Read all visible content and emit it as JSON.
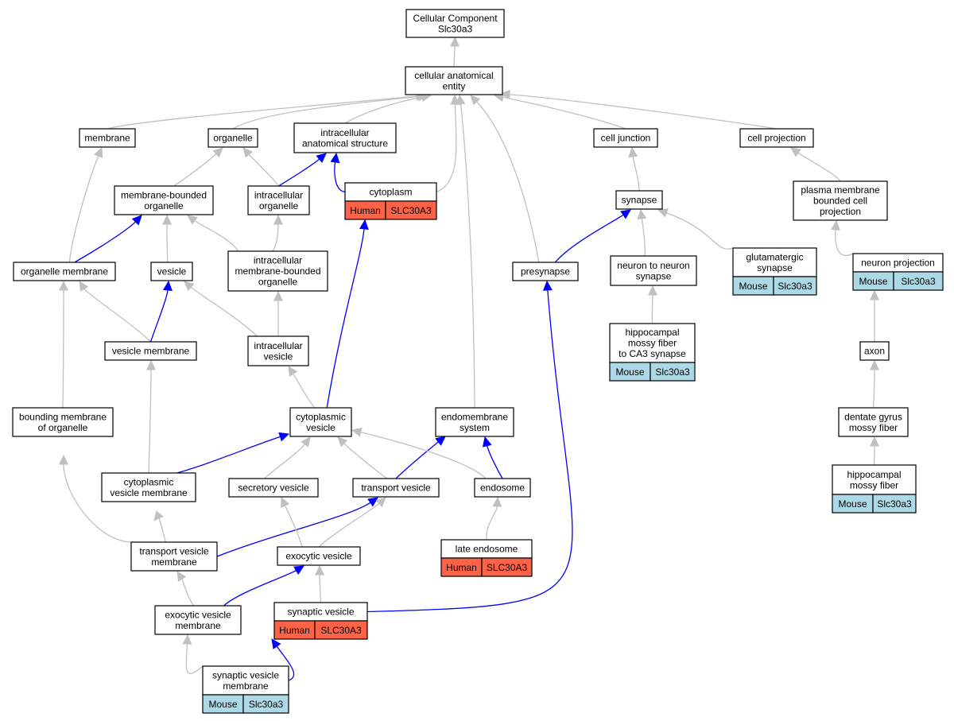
{
  "title_lines": [
    "Cellular Component",
    "Slc30a3"
  ],
  "colors": {
    "human": "#ff6347",
    "mouse": "#add8e6",
    "is_a_edge": "#c0c0c0",
    "part_of_edge": "#0000ff"
  },
  "nodes": {
    "root": {
      "lines": [
        "Cellular Component",
        "Slc30a3"
      ]
    },
    "cae": {
      "lines": [
        "cellular anatomical",
        "entity"
      ]
    },
    "membrane": {
      "lines": [
        "membrane"
      ]
    },
    "organelle": {
      "lines": [
        "organelle"
      ]
    },
    "ias": {
      "lines": [
        "intracellular",
        "anatomical structure"
      ]
    },
    "celljunction": {
      "lines": [
        "cell junction"
      ]
    },
    "cellprojection": {
      "lines": [
        "cell projection"
      ]
    },
    "mbo": {
      "lines": [
        "membrane-bounded",
        "organelle"
      ]
    },
    "io": {
      "lines": [
        "intracellular",
        "organelle"
      ]
    },
    "cytoplasm": {
      "lines": [
        "cytoplasm"
      ],
      "tag": {
        "species": "Human",
        "gene": "SLC30A3"
      }
    },
    "synapse": {
      "lines": [
        "synapse"
      ]
    },
    "pmbcp": {
      "lines": [
        "plasma membrane",
        "bounded cell",
        "projection"
      ]
    },
    "om": {
      "lines": [
        "organelle membrane"
      ]
    },
    "vesicle": {
      "lines": [
        "vesicle"
      ]
    },
    "imbo": {
      "lines": [
        "intracellular",
        "membrane-bounded",
        "organelle"
      ]
    },
    "presynapse": {
      "lines": [
        "presynapse"
      ]
    },
    "n2n": {
      "lines": [
        "neuron to neuron",
        "synapse"
      ]
    },
    "glut": {
      "lines": [
        "glutamatergic",
        "synapse"
      ],
      "tag": {
        "species": "Mouse",
        "gene": "Slc30a3"
      }
    },
    "np": {
      "lines": [
        "neuron projection"
      ],
      "tag": {
        "species": "Mouse",
        "gene": "Slc30a3"
      }
    },
    "vm": {
      "lines": [
        "vesicle membrane"
      ]
    },
    "iv": {
      "lines": [
        "intracellular",
        "vesicle"
      ]
    },
    "hmf2ca3": {
      "lines": [
        "hippocampal",
        "mossy fiber",
        "to CA3 synapse"
      ],
      "tag": {
        "species": "Mouse",
        "gene": "Slc30a3"
      }
    },
    "axon": {
      "lines": [
        "axon"
      ]
    },
    "bmo": {
      "lines": [
        "bounding membrane",
        "of organelle"
      ]
    },
    "cv": {
      "lines": [
        "cytoplasmic",
        "vesicle"
      ]
    },
    "es": {
      "lines": [
        "endomembrane",
        "system"
      ]
    },
    "dgmf": {
      "lines": [
        "dentate gyrus",
        "mossy fiber"
      ]
    },
    "cvm": {
      "lines": [
        "cytoplasmic",
        "vesicle membrane"
      ]
    },
    "sv2": {
      "lines": [
        "secretory vesicle"
      ]
    },
    "tv": {
      "lines": [
        "transport vesicle"
      ]
    },
    "endosome": {
      "lines": [
        "endosome"
      ]
    },
    "hmf": {
      "lines": [
        "hippocampal",
        "mossy fiber"
      ],
      "tag": {
        "species": "Mouse",
        "gene": "Slc30a3"
      }
    },
    "le": {
      "lines": [
        "late endosome"
      ],
      "tag": {
        "species": "Human",
        "gene": "SLC30A3"
      }
    },
    "tvm": {
      "lines": [
        "transport vesicle",
        "membrane"
      ]
    },
    "ev": {
      "lines": [
        "exocytic vesicle"
      ]
    },
    "evm": {
      "lines": [
        "exocytic vesicle",
        "membrane"
      ]
    },
    "synv": {
      "lines": [
        "synaptic vesicle"
      ],
      "tag": {
        "species": "Human",
        "gene": "SLC30A3"
      }
    },
    "svm": {
      "lines": [
        "synaptic vesicle",
        "membrane"
      ],
      "tag": {
        "species": "Mouse",
        "gene": "Slc30a3"
      }
    }
  },
  "edges": [
    {
      "from": "cae",
      "to": "root",
      "type": "is_a"
    },
    {
      "from": "membrane",
      "to": "cae",
      "type": "is_a"
    },
    {
      "from": "organelle",
      "to": "cae",
      "type": "is_a"
    },
    {
      "from": "ias",
      "to": "cae",
      "type": "is_a"
    },
    {
      "from": "cytoplasm",
      "to": "cae",
      "type": "is_a"
    },
    {
      "from": "es",
      "to": "cae",
      "type": "is_a"
    },
    {
      "from": "presynapse",
      "to": "cae",
      "type": "is_a"
    },
    {
      "from": "celljunction",
      "to": "cae",
      "type": "is_a"
    },
    {
      "from": "cellprojection",
      "to": "cae",
      "type": "is_a"
    },
    {
      "from": "mbo",
      "to": "organelle",
      "type": "is_a"
    },
    {
      "from": "io",
      "to": "organelle",
      "type": "is_a"
    },
    {
      "from": "io",
      "to": "ias",
      "type": "part_of"
    },
    {
      "from": "cytoplasm",
      "to": "ias",
      "type": "part_of"
    },
    {
      "from": "om",
      "to": "membrane",
      "type": "is_a"
    },
    {
      "from": "om",
      "to": "mbo",
      "type": "part_of"
    },
    {
      "from": "vesicle",
      "to": "mbo",
      "type": "is_a"
    },
    {
      "from": "imbo",
      "to": "mbo",
      "type": "is_a"
    },
    {
      "from": "imbo",
      "to": "io",
      "type": "is_a"
    },
    {
      "from": "synapse",
      "to": "celljunction",
      "type": "is_a"
    },
    {
      "from": "pmbcp",
      "to": "cellprojection",
      "type": "is_a"
    },
    {
      "from": "presynapse",
      "to": "synapse",
      "type": "part_of"
    },
    {
      "from": "n2n",
      "to": "synapse",
      "type": "is_a"
    },
    {
      "from": "glut",
      "to": "synapse",
      "type": "is_a"
    },
    {
      "from": "np",
      "to": "pmbcp",
      "type": "is_a"
    },
    {
      "from": "vm",
      "to": "om",
      "type": "is_a"
    },
    {
      "from": "vm",
      "to": "vesicle",
      "type": "part_of"
    },
    {
      "from": "iv",
      "to": "vesicle",
      "type": "is_a"
    },
    {
      "from": "iv",
      "to": "imbo",
      "type": "is_a"
    },
    {
      "from": "hmf2ca3",
      "to": "n2n",
      "type": "is_a"
    },
    {
      "from": "axon",
      "to": "np",
      "type": "is_a"
    },
    {
      "from": "bmo",
      "to": "om",
      "type": "is_a"
    },
    {
      "from": "cv",
      "to": "iv",
      "type": "is_a"
    },
    {
      "from": "cv",
      "to": "cytoplasm",
      "type": "part_of"
    },
    {
      "from": "dgmf",
      "to": "axon",
      "type": "is_a"
    },
    {
      "from": "cvm",
      "to": "vm",
      "type": "is_a"
    },
    {
      "from": "cvm",
      "to": "cv",
      "type": "part_of"
    },
    {
      "from": "sv2",
      "to": "cv",
      "type": "is_a"
    },
    {
      "from": "tv",
      "to": "cv",
      "type": "is_a"
    },
    {
      "from": "tv",
      "to": "es",
      "type": "part_of"
    },
    {
      "from": "endosome",
      "to": "cv",
      "type": "is_a"
    },
    {
      "from": "endosome",
      "to": "es",
      "type": "part_of"
    },
    {
      "from": "hmf",
      "to": "dgmf",
      "type": "is_a"
    },
    {
      "from": "le",
      "to": "endosome",
      "type": "is_a"
    },
    {
      "from": "tvm",
      "to": "bmo",
      "type": "is_a"
    },
    {
      "from": "tvm",
      "to": "cvm",
      "type": "is_a"
    },
    {
      "from": "tvm",
      "to": "tv",
      "type": "part_of"
    },
    {
      "from": "ev",
      "to": "sv2",
      "type": "is_a"
    },
    {
      "from": "ev",
      "to": "tv",
      "type": "is_a"
    },
    {
      "from": "evm",
      "to": "tvm",
      "type": "is_a"
    },
    {
      "from": "evm",
      "to": "ev",
      "type": "part_of"
    },
    {
      "from": "synv",
      "to": "ev",
      "type": "is_a"
    },
    {
      "from": "synv",
      "to": "presynapse",
      "type": "part_of"
    },
    {
      "from": "svm",
      "to": "evm",
      "type": "is_a"
    },
    {
      "from": "svm",
      "to": "synv",
      "type": "part_of"
    }
  ]
}
